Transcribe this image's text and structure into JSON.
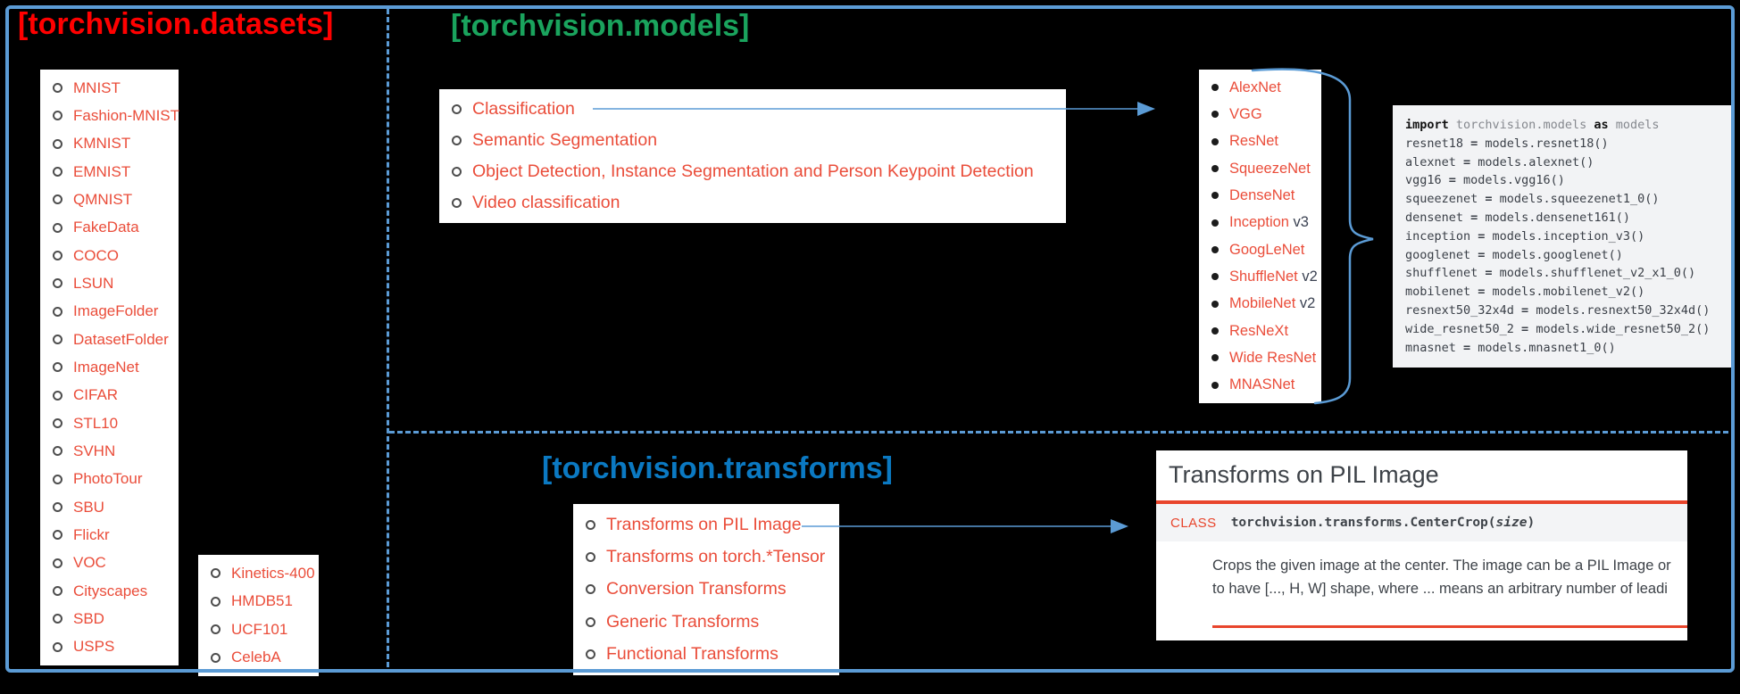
{
  "colors": {
    "frame_blue": "#5b9bd5",
    "datasets_title_red": "#ff0000",
    "models_title_green": "#1aa35d",
    "transforms_title_blue": "#0b79c2",
    "link_red": "#ea4d3a",
    "rule_red": "#e8452c"
  },
  "datasets": {
    "title": "[torchvision.datasets]",
    "items": [
      "MNIST",
      "Fashion-MNIST",
      "KMNIST",
      "EMNIST",
      "QMNIST",
      "FakeData",
      "COCO",
      "LSUN",
      "ImageFolder",
      "DatasetFolder",
      "ImageNet",
      "CIFAR",
      "STL10",
      "SVHN",
      "PhotoTour",
      "SBU",
      "Flickr",
      "VOC",
      "Cityscapes",
      "SBD",
      "USPS"
    ],
    "items_secondary": [
      "Kinetics-400",
      "HMDB51",
      "UCF101",
      "CelebA"
    ]
  },
  "models": {
    "title": "[torchvision.models]",
    "categories": [
      "Classification",
      "Semantic Segmentation",
      "Object Detection, Instance Segmentation and Person Keypoint Detection",
      "Video classification"
    ],
    "networks": [
      {
        "name": "AlexNet",
        "suffix": ""
      },
      {
        "name": "VGG",
        "suffix": ""
      },
      {
        "name": "ResNet",
        "suffix": ""
      },
      {
        "name": "SqueezeNet",
        "suffix": ""
      },
      {
        "name": "DenseNet",
        "suffix": ""
      },
      {
        "name": "Inception",
        "suffix": " v3"
      },
      {
        "name": "GoogLeNet",
        "suffix": ""
      },
      {
        "name": "ShuffleNet",
        "suffix": " v2"
      },
      {
        "name": "MobileNet",
        "suffix": " v2"
      },
      {
        "name": "ResNeXt",
        "suffix": ""
      },
      {
        "name": "Wide ResNet",
        "suffix": ""
      },
      {
        "name": "MNASNet",
        "suffix": ""
      }
    ],
    "code_lines": [
      [
        [
          "kw",
          "import"
        ],
        [
          "lib",
          " torchvision.models "
        ],
        [
          "kw",
          "as"
        ],
        [
          "lib",
          " models"
        ]
      ],
      [
        [
          "pl",
          "resnet18 "
        ],
        [
          "eq",
          "="
        ],
        [
          "pl",
          " models.resnet18()"
        ]
      ],
      [
        [
          "pl",
          "alexnet "
        ],
        [
          "eq",
          "="
        ],
        [
          "pl",
          " models.alexnet()"
        ]
      ],
      [
        [
          "pl",
          "vgg16 "
        ],
        [
          "eq",
          "="
        ],
        [
          "pl",
          " models.vgg16()"
        ]
      ],
      [
        [
          "pl",
          "squeezenet "
        ],
        [
          "eq",
          "="
        ],
        [
          "pl",
          " models.squeezenet1_0()"
        ]
      ],
      [
        [
          "pl",
          "densenet "
        ],
        [
          "eq",
          "="
        ],
        [
          "pl",
          " models.densenet161()"
        ]
      ],
      [
        [
          "pl",
          "inception "
        ],
        [
          "eq",
          "="
        ],
        [
          "pl",
          " models.inception_v3()"
        ]
      ],
      [
        [
          "pl",
          "googlenet "
        ],
        [
          "eq",
          "="
        ],
        [
          "pl",
          " models.googlenet()"
        ]
      ],
      [
        [
          "pl",
          "shufflenet "
        ],
        [
          "eq",
          "="
        ],
        [
          "pl",
          " models.shufflenet_v2_x1_0()"
        ]
      ],
      [
        [
          "pl",
          "mobilenet "
        ],
        [
          "eq",
          "="
        ],
        [
          "pl",
          " models.mobilenet_v2()"
        ]
      ],
      [
        [
          "pl",
          "resnext50_32x4d "
        ],
        [
          "eq",
          "="
        ],
        [
          "pl",
          " models.resnext50_32x4d()"
        ]
      ],
      [
        [
          "pl",
          "wide_resnet50_2 "
        ],
        [
          "eq",
          "="
        ],
        [
          "pl",
          " models.wide_resnet50_2()"
        ]
      ],
      [
        [
          "pl",
          "mnasnet "
        ],
        [
          "eq",
          "="
        ],
        [
          "pl",
          " models.mnasnet1_0()"
        ]
      ]
    ]
  },
  "transforms": {
    "title": "[torchvision.transforms]",
    "items": [
      "Transforms on PIL Image",
      "Transforms on torch.*Tensor",
      "Conversion Transforms",
      "Generic Transforms",
      "Functional Transforms"
    ],
    "doc": {
      "heading": "Transforms on PIL Image",
      "class_label": "CLASS",
      "signature_pre": "torchvision.transforms.CenterCrop(",
      "signature_arg": "size",
      "signature_post": ")",
      "description_line1": "Crops the given image at the center. The image can be a PIL Image or",
      "description_line2": "to have [..., H, W] shape, where ... means an arbitrary number of leadi"
    }
  }
}
